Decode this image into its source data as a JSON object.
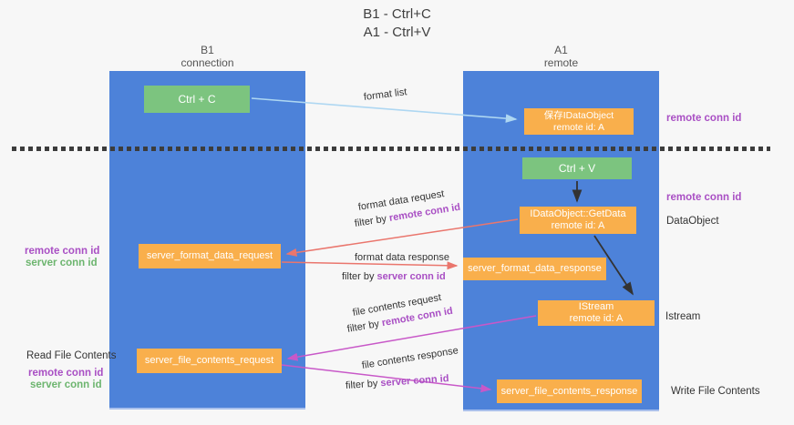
{
  "title": {
    "line1": "B1 - Ctrl+C",
    "line2": "A1 - Ctrl+V"
  },
  "columns": {
    "left": {
      "name": "B1",
      "role": "connection"
    },
    "right": {
      "name": "A1",
      "role": "remote"
    }
  },
  "boxes": {
    "ctrl_c": {
      "label": "Ctrl + C"
    },
    "ctrl_v": {
      "label": "Ctrl + V"
    },
    "saved_dataobject": {
      "line1": "保存IDataObject",
      "line2": "remote id: A"
    },
    "getdata": {
      "line1": "IDataObject::GetData",
      "line2": "remote id: A"
    },
    "istream": {
      "line1": "IStream",
      "line2": "remote id: A"
    },
    "format_request": {
      "label": "server_format_data_request"
    },
    "format_response": {
      "label": "server_format_data_response"
    },
    "file_request": {
      "label": "server_file_contents_request"
    },
    "file_response": {
      "label": "server_file_contents_response"
    }
  },
  "arrow_labels": {
    "format_list": "format list",
    "format_data_request": "format data request",
    "format_data_response": "format data response",
    "file_contents_request": "file contents request",
    "file_contents_response": "file contents response",
    "filter_by": "filter by ",
    "remote_conn_id": "remote conn id",
    "server_conn_id": "server conn id"
  },
  "side_labels": {
    "remote_conn_id": "remote conn id",
    "server_conn_id": "server conn id",
    "dataobject": "DataObject",
    "istream": "Istream",
    "read_file_contents": "Read File Contents",
    "write_file_contents": "Write File Contents"
  },
  "colors": {
    "column_blue": "#4d82d9",
    "box_green": "#7cc47f",
    "box_orange": "#f9af4c",
    "arrow_salmon": "#ea766d",
    "arrow_magenta": "#c858c8",
    "arrow_lightblue": "#aed7f2",
    "arrow_black": "#333333",
    "text_purple": "#a94fc4",
    "text_green": "#6db56f",
    "background": "#f7f7f7"
  }
}
